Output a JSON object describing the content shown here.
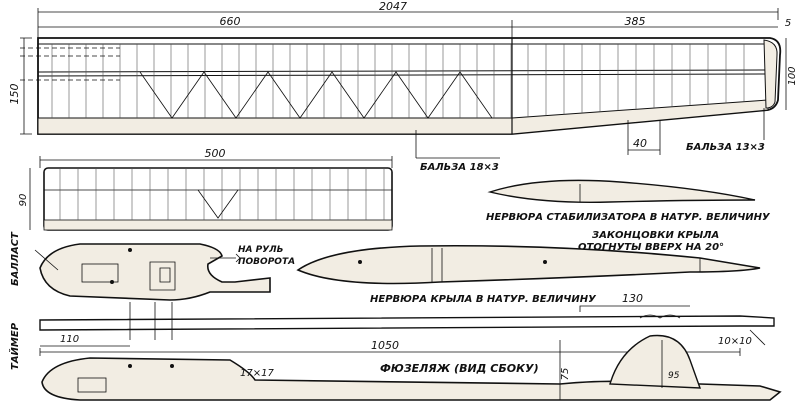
{
  "dimensions": {
    "total_span": "2047",
    "center_section": "660",
    "tip_section": "385",
    "tip_offset": "5",
    "wing_chord": "150",
    "tip_chord": "100",
    "tip_detail": "40",
    "stab_span": "500",
    "stab_chord": "90",
    "fuselage_length": "1050",
    "nose_length": "110",
    "fin_mount": "130",
    "boom_section": "10×10",
    "body_section": "17×17",
    "fin_height": "75",
    "fin_small": "95"
  },
  "labels": {
    "balsa_center": "БАЛЬЗА 18×3",
    "balsa_tip": "БАЛЬЗА 13×3",
    "stab_rib": "НЕРВЮРА СТАБИЛИЗАТОРА В НАТУР. ВЕЛИЧИНУ",
    "wingtips_line1": "ЗАКОНЦОВКИ КРЫЛА",
    "wingtips_line2": "ОТОГНУТЫ ВВЕРХ НА 20°",
    "rudder_line1": "НА РУЛЬ",
    "rudder_line2": "ПОВОРОТА",
    "wing_rib": "НЕРВЮРА КРЫЛА В НАТУР. ВЕЛИЧИНУ",
    "ballast": "БАЛЛАСТ",
    "timer": "ТАЙМЕР",
    "fuselage_side": "ФЮЗЕЛЯЖ (ВИД СБОКУ)"
  }
}
